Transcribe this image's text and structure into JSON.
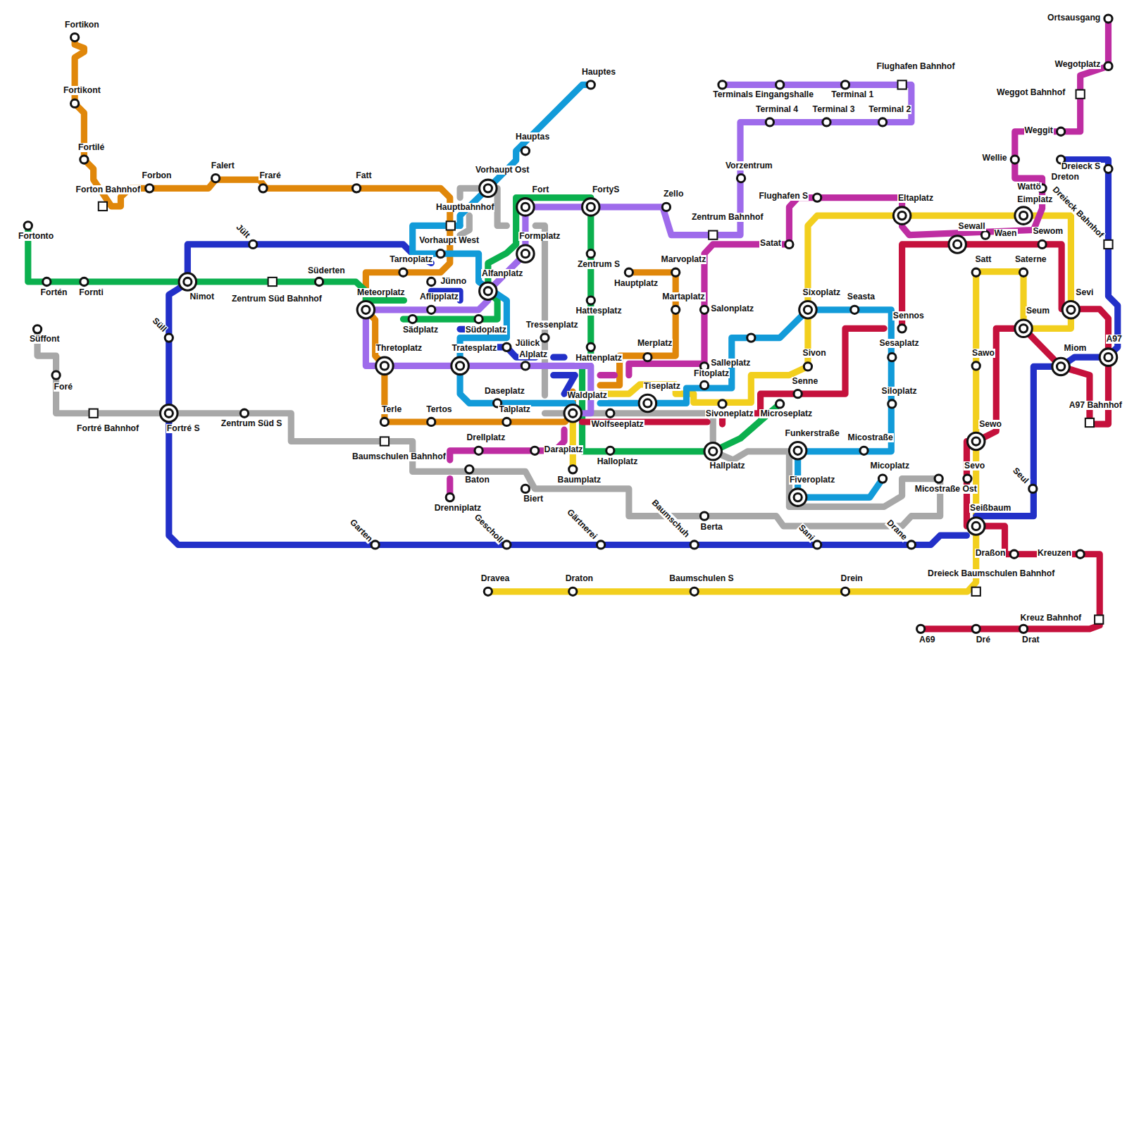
{
  "diagram": {
    "labels": [
      "Fortikon",
      "Fortikont",
      "Fortilé",
      "Forton Bahnhof",
      "Forbon",
      "Falert",
      "Fraré",
      "Fatt",
      "Fortonto",
      "Fortén",
      "Fornti",
      "Jült",
      "Nimot",
      "Zentrum Süd Bahnhof",
      "Süderten",
      "Süll",
      "Süffont",
      "Foré",
      "Fortré Bahnhof",
      "Fortré S",
      "Zentrum Süd S",
      "Garten",
      "Gescholl",
      "Gärtnerei",
      "Baumschuh",
      "Sani",
      "Drane",
      "Hauptes",
      "Hauptas",
      "Vorhaupt Ost",
      "Hauptbahnhof",
      "Vorhaupt West",
      "Tarnoplatz",
      "Jünno",
      "Aflipplatz",
      "Meteorplatz",
      "Sädplatz",
      "Südoplatz",
      "Alfanplatz",
      "Fort",
      "FortyS",
      "Formplatz",
      "Zello",
      "Zentrum Bahnhof",
      "Vorzentrum",
      "Terminals Eingangshalle",
      "Terminal 1",
      "Flughafen Bahnhof",
      "Terminal 4",
      "Terminal 3",
      "Terminal 2",
      "Zentrum S",
      "Hattesplatz",
      "Hattenplatz",
      "Marvoplatz",
      "Hauptplatz",
      "Martaplatz",
      "Merplatz",
      "Tressenplatz",
      "Jülick",
      "Alplatz",
      "Tratesplatz",
      "Thretoplatz",
      "Daseplatz",
      "Talplatz",
      "Waldplatz",
      "Terle",
      "Tertos",
      "Baumschulen Bahnhof",
      "Drellplatz",
      "Daraplatz",
      "Baton",
      "Biert",
      "Drenniplatz",
      "Baumplatz",
      "Wolfseeplatz",
      "Halloplatz",
      "Tiseplatz",
      "Salonplatz",
      "Salleplatz",
      "Fitoplatz",
      "Sivoneplatz",
      "Microseplatz",
      "Hallplatz",
      "Berta",
      "Flughafen S",
      "Satat",
      "Eltaplatz",
      "Sixoplatz",
      "Seasta",
      "Sennos",
      "Sivon",
      "Senne",
      "Sesaplatz",
      "Siloplatz",
      "Funkerstraße",
      "Micostraße",
      "Fiveroplatz",
      "Micoplatz",
      "Micostraße Ost",
      "Sewall",
      "Waen",
      "Wattö",
      "Eimplatz",
      "Dreieck Bahnhof",
      "Sewom",
      "Satt",
      "Saterne",
      "Sevi",
      "Seum",
      "Sawo",
      "Miom",
      "A97",
      "A97 Bahnhof",
      "Sewo",
      "Sevo",
      "Seul",
      "Seißbaum",
      "Draßon",
      "Kreuzen",
      "Dreieck Baumschulen Bahnhof",
      "Kreuz Bahnhof",
      "A69",
      "Dré",
      "Drat",
      "Dravea",
      "Draton",
      "Baumschulen S",
      "Drein",
      "Ortsausgang",
      "Wegotplatz",
      "Weggot Bahnhof",
      "Weggit",
      "Wellie",
      "Dreton",
      "Dreieck S"
    ]
  }
}
